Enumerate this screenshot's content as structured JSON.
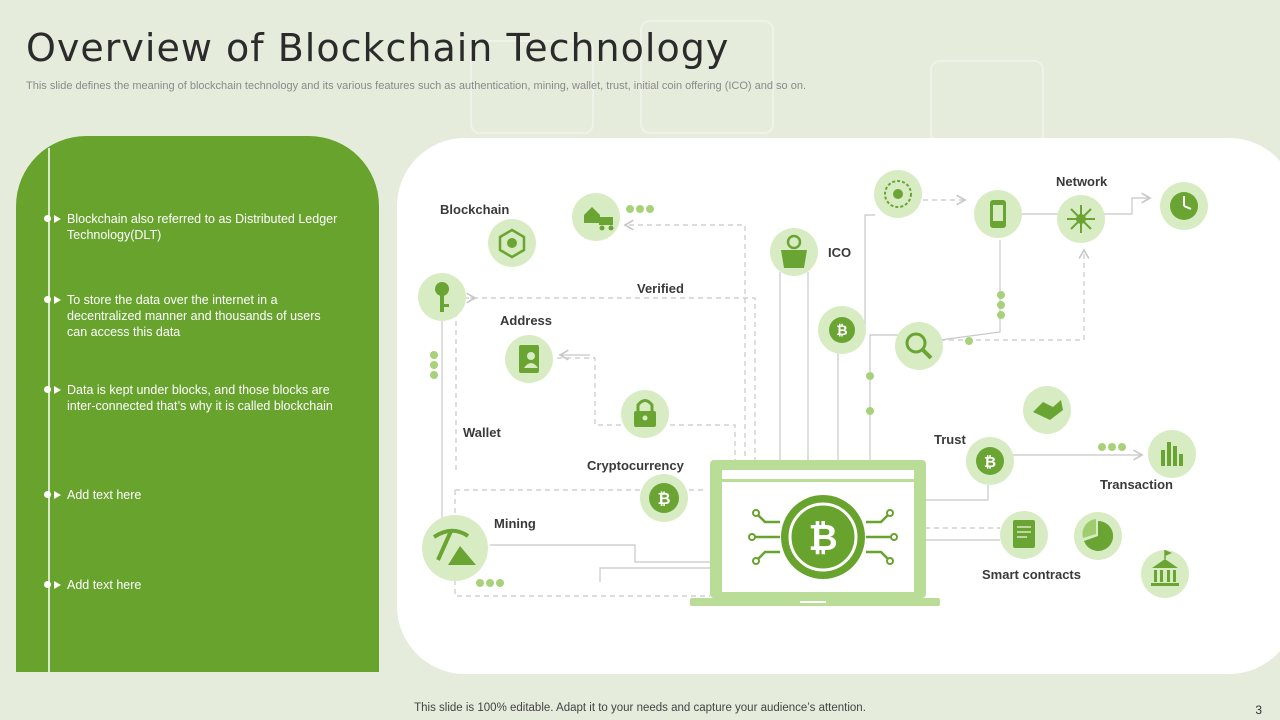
{
  "header": {
    "title": "Overview of Blockchain Technology",
    "subtitle": "This slide defines the meaning of blockchain technology and its various features such as authentication, mining, wallet, trust, initial coin offering (ICO) and so on."
  },
  "left_panel": {
    "bullets": [
      "Blockchain also referred  to as Distributed Ledger Technology(DLT)",
      "To store the data over the internet in a decentralized manner and thousands of users can access this data",
      "Data is kept under blocks, and those blocks are inter-connected that’s why it is called blockchain",
      "Add text here",
      "Add text here"
    ]
  },
  "diagram": {
    "labels": {
      "blockchain": "Blockchain",
      "verified": "Verified",
      "address": "Address",
      "wallet": "Wallet",
      "cryptocurrency": "Cryptocurrency",
      "mining": "Mining",
      "ico": "ICO",
      "network": "Network",
      "trust": "Trust",
      "transaction": "Transaction",
      "smart_contracts": "Smart contracts"
    },
    "icons": [
      "blockchain-network-icon",
      "house-truck-icon",
      "key-icon",
      "address-book-icon",
      "padlock-icon",
      "bitcoin-icon",
      "mining-pickaxe-icon",
      "ico-box-icon",
      "magnifier-icon",
      "globe-network-icon",
      "smartphone-icon",
      "hub-icon",
      "clock-icon",
      "handshake-icon",
      "bar-chart-icon",
      "contract-document-icon",
      "pie-chart-icon",
      "bank-icon",
      "laptop-bitcoin-icon"
    ],
    "colors": {
      "icon_bg": "#d8ecc3",
      "icon_fg": "#6aa534",
      "accent": "#68a32d",
      "laptop": "#b9dc96",
      "line": "#c8c8c8"
    }
  },
  "footer": {
    "note": "This slide is 100% editable. Adapt it to your needs and capture your audience’s attention.",
    "page_number": "3"
  }
}
